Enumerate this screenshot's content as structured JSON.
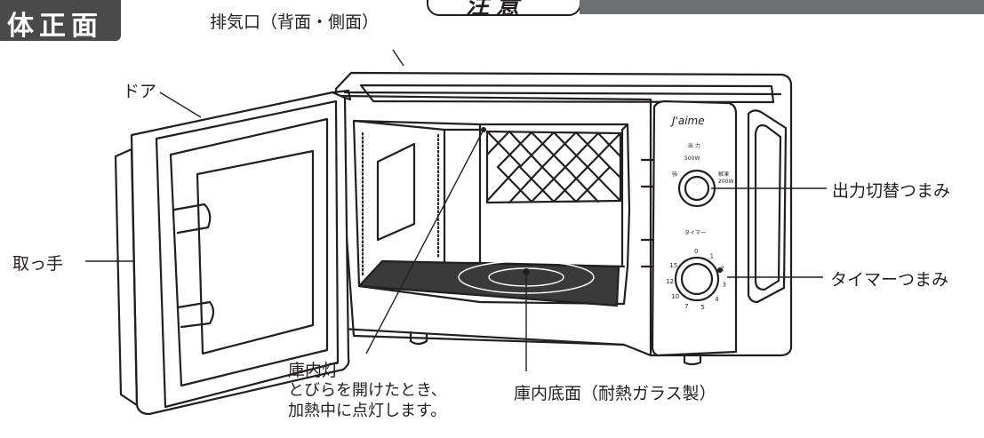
{
  "header": {
    "section_title": "体正面",
    "caution_label": "注意"
  },
  "labels": {
    "exhaust": "排気口（背面・側面）",
    "door": "ドア",
    "handle": "取っ手",
    "power_knob": "出力切替つまみ",
    "timer_knob": "タイマーつまみ",
    "lamp": "庫内灯",
    "lamp_note_1": "とびらを開けたとき、",
    "lamp_note_2": "加熱中に点灯します。",
    "floor": "庫内底面（耐熱ガラス製）"
  },
  "panel": {
    "brand": "J'aime",
    "power_title": "出 力",
    "power_500": "500W",
    "power_200": "200W",
    "power_strong": "強",
    "power_thaw": "解凍",
    "timer_title": "タイマー",
    "timer_ticks": [
      "0",
      "1",
      "2",
      "3",
      "4",
      "5",
      "7",
      "10",
      "12",
      "15"
    ]
  },
  "colors": {
    "ink": "#231f20",
    "tab": "#4a4a4a",
    "bar": "#6d6e70",
    "floor": "#3a3a3a"
  }
}
